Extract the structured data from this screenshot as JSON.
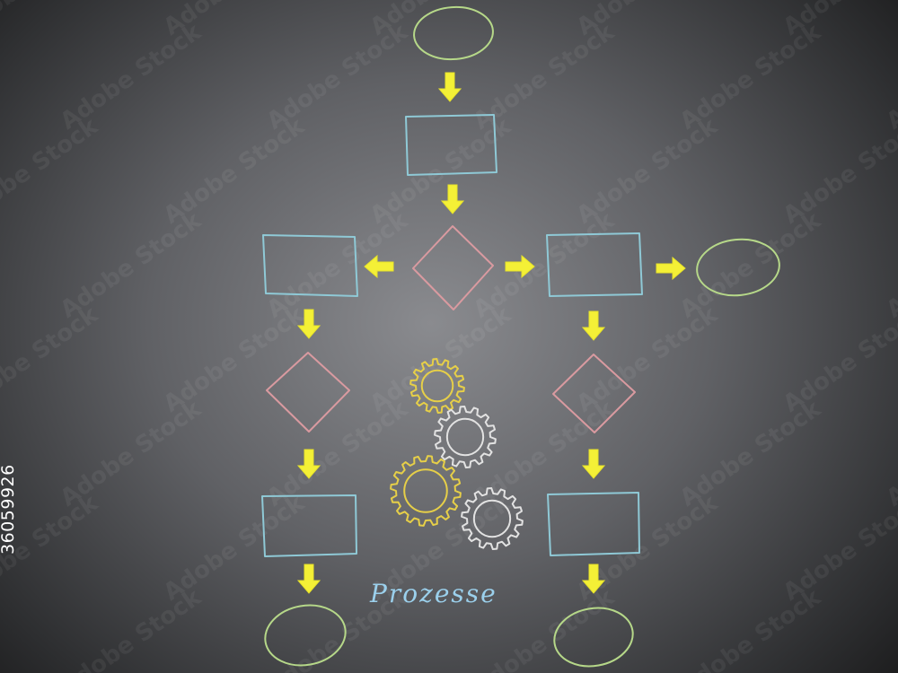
{
  "caption": "Prozesse",
  "side_label": "36059926",
  "watermark": "Adobe Stock",
  "colors": {
    "oval": "#b6d889",
    "box": "#8fc9d6",
    "diamond": "#d99aa0",
    "arrow": "#f4f036",
    "gear_yellow": "#e6cf48",
    "gear_white": "#e2e2e2"
  },
  "nodes": [
    {
      "id": "start",
      "shape": "oval"
    },
    {
      "id": "step-1",
      "shape": "box"
    },
    {
      "id": "decision-1",
      "shape": "diamond"
    },
    {
      "id": "step-left",
      "shape": "box"
    },
    {
      "id": "step-right",
      "shape": "box"
    },
    {
      "id": "end-right",
      "shape": "oval"
    },
    {
      "id": "decision-left",
      "shape": "diamond"
    },
    {
      "id": "decision-right",
      "shape": "diamond"
    },
    {
      "id": "step-left-2",
      "shape": "box"
    },
    {
      "id": "step-right-2",
      "shape": "box"
    },
    {
      "id": "end-left",
      "shape": "oval"
    },
    {
      "id": "end-bottom-right",
      "shape": "oval"
    }
  ],
  "gears": [
    {
      "id": "gear-1",
      "color": "yellow",
      "teeth": 14
    },
    {
      "id": "gear-2",
      "color": "white",
      "teeth": 14
    },
    {
      "id": "gear-3",
      "color": "yellow",
      "teeth": 16
    },
    {
      "id": "gear-4",
      "color": "white",
      "teeth": 14
    }
  ]
}
